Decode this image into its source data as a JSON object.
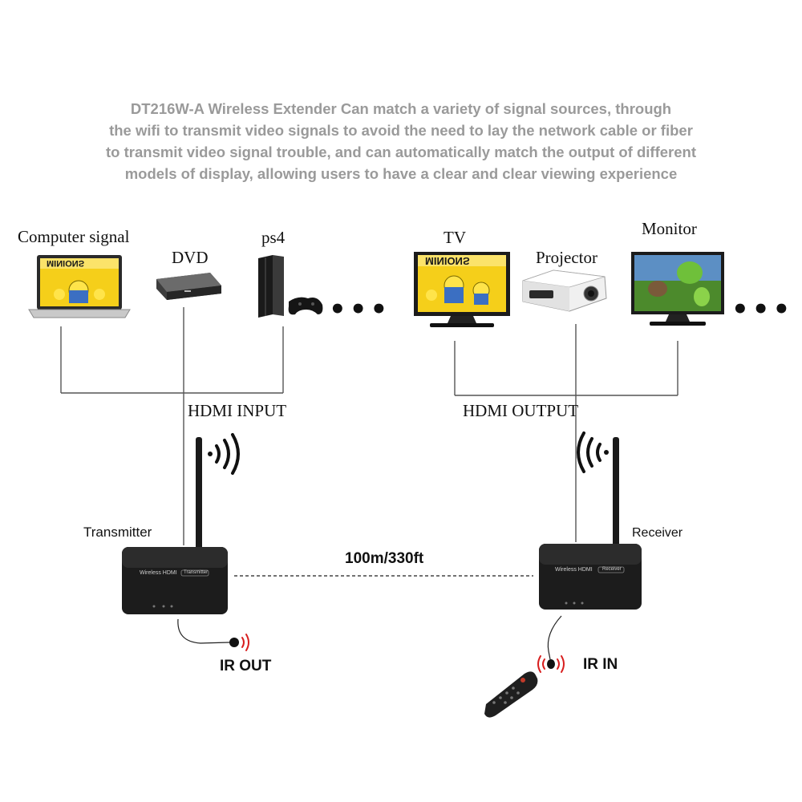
{
  "description_lines": [
    "DT216W-A Wireless Extender Can match a variety of signal sources, through",
    "the wifi to transmit video signals to avoid the need to lay the network cable or fiber",
    "to transmit video signal trouble, and can automatically match the output of different",
    "models of display, allowing users to have a clear and clear viewing experience"
  ],
  "sources": {
    "computer": "Computer signal",
    "dvd": "DVD",
    "ps4": "ps4",
    "more": "•••"
  },
  "displays": {
    "tv": "TV",
    "projector": "Projector",
    "monitor": "Monitor",
    "more": "•••"
  },
  "links": {
    "hdmi_input": "HDMI INPUT",
    "hdmi_output": "HDMI OUTPUT",
    "distance": "100m/330ft"
  },
  "devices": {
    "transmitter_label": "Transmitter",
    "receiver_label": "Receiver",
    "transmitter_brand": "Wireless HDMI",
    "transmitter_tag": "Transmitter",
    "receiver_brand": "Wireless HDMI",
    "receiver_tag": "Receiver",
    "ir_out": "IR OUT",
    "ir_in": "IR IN"
  },
  "screen_text": {
    "tv_banner": "MINIONS",
    "laptop_banner": "MINIONS"
  },
  "colors": {
    "text_gray": "#9a9a9a",
    "line": "#555555",
    "ir_red": "#d81e1e",
    "device_body": "#1c1c1c"
  }
}
